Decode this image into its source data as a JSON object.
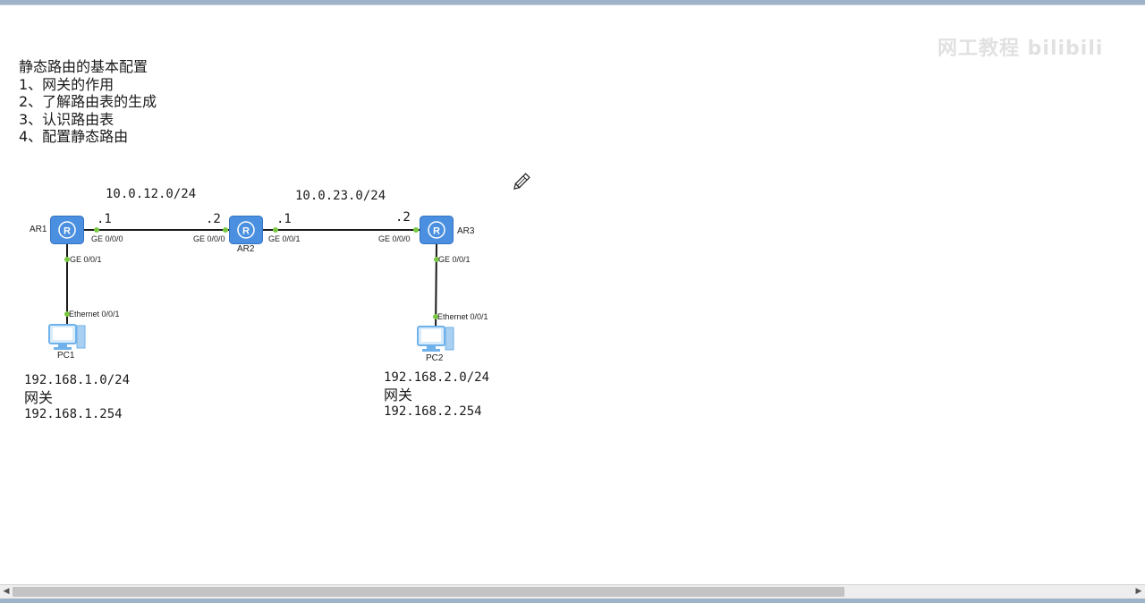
{
  "watermark": "网工教程 bilibili",
  "outline": {
    "title": "静态路由的基本配置",
    "items": [
      "1、网关的作用",
      "2、了解路由表的生成",
      "3、认识路由表",
      "4、配置静态路由"
    ]
  },
  "topology": {
    "links": [
      {
        "network": "10.0.12.0/24",
        "left_ip": ".1",
        "right_ip": ".2",
        "left_port": "GE 0/0/0",
        "right_port": "GE 0/0/0"
      },
      {
        "network": "10.0.23.0/24",
        "left_ip": ".1",
        "right_ip": ".2",
        "left_port": "GE 0/0/1",
        "right_port": "GE 0/0/0"
      }
    ],
    "routers": [
      "AR1",
      "AR2",
      "AR3"
    ],
    "pcs": [
      {
        "name": "PC1",
        "router_port": "GE 0/0/1",
        "pc_port": "Ethernet 0/0/1",
        "network": "192.168.1.0/24",
        "gateway_label": "网关",
        "gateway": "192.168.1.254"
      },
      {
        "name": "PC2",
        "router_port": "GE 0/0/1",
        "pc_port": "Ethernet 0/0/1",
        "network": "192.168.2.0/24",
        "gateway_label": "网关",
        "gateway": "192.168.2.254"
      }
    ]
  },
  "colors": {
    "router": "#4a8fe0",
    "port_dot": "#7ac943",
    "link": "#1a1a1a",
    "pc": "#6fb1ea"
  },
  "icons": {
    "cursor": "pencil-cursor-icon",
    "router": "router-icon",
    "pc": "pc-icon"
  },
  "scrollbar": {
    "left_arrow": "◀",
    "right_arrow": "▶"
  }
}
